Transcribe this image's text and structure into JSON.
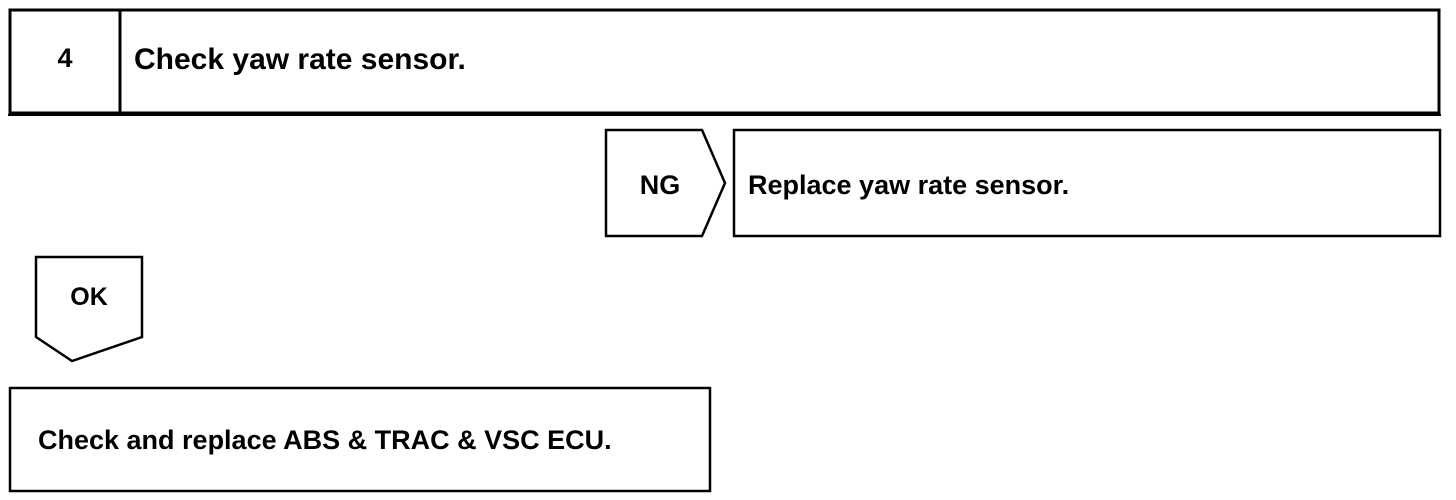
{
  "step": {
    "number": "4",
    "title": "Check yaw rate sensor."
  },
  "ng_branch": {
    "label": "NG",
    "action": "Replace yaw rate sensor."
  },
  "ok_branch": {
    "label": "OK",
    "action": "Check and replace ABS & TRAC & VSC ECU."
  }
}
